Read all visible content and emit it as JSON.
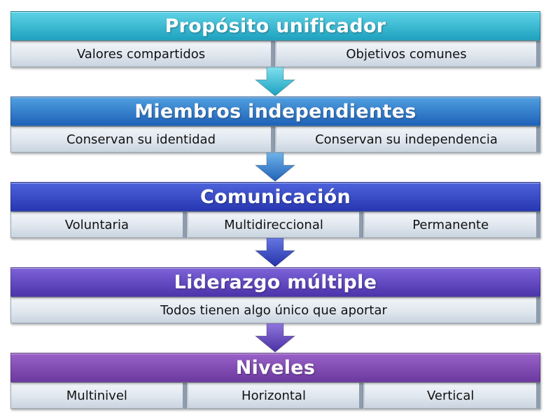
{
  "blocks": [
    {
      "title": "Propósito unificador",
      "color_top": "#5fd3e6",
      "color_bottom": "#1ea1bf",
      "items": [
        "Valores compartidos",
        "Objetivos comunes"
      ]
    },
    {
      "title": "Miembros independientes",
      "color_top": "#4f9fe0",
      "color_bottom": "#1f62b8",
      "items": [
        "Conservan su identidad",
        "Conservan su independencia"
      ]
    },
    {
      "title": "Comunicación",
      "color_top": "#4e63dc",
      "color_bottom": "#2737b1",
      "items": [
        "Voluntaria",
        "Multidireccional",
        "Permanente"
      ]
    },
    {
      "title": "Liderazgo múltiple",
      "color_top": "#7d62d8",
      "color_bottom": "#4c34aa",
      "items": [
        "Todos tienen algo único que aportar"
      ]
    },
    {
      "title": "Niveles",
      "color_top": "#9a62c9",
      "color_bottom": "#6b3a9f",
      "items": [
        "Multinivel",
        "Horizontal",
        "Vertical"
      ]
    }
  ],
  "arrows": [
    {
      "color_top": "#7fe0ee",
      "color_bottom": "#1aa0c0"
    },
    {
      "color_top": "#6fb3ea",
      "color_bottom": "#1f62b8"
    },
    {
      "color_top": "#6676e2",
      "color_bottom": "#2433a8"
    },
    {
      "color_top": "#8e76dc",
      "color_bottom": "#4a2fa3"
    }
  ]
}
